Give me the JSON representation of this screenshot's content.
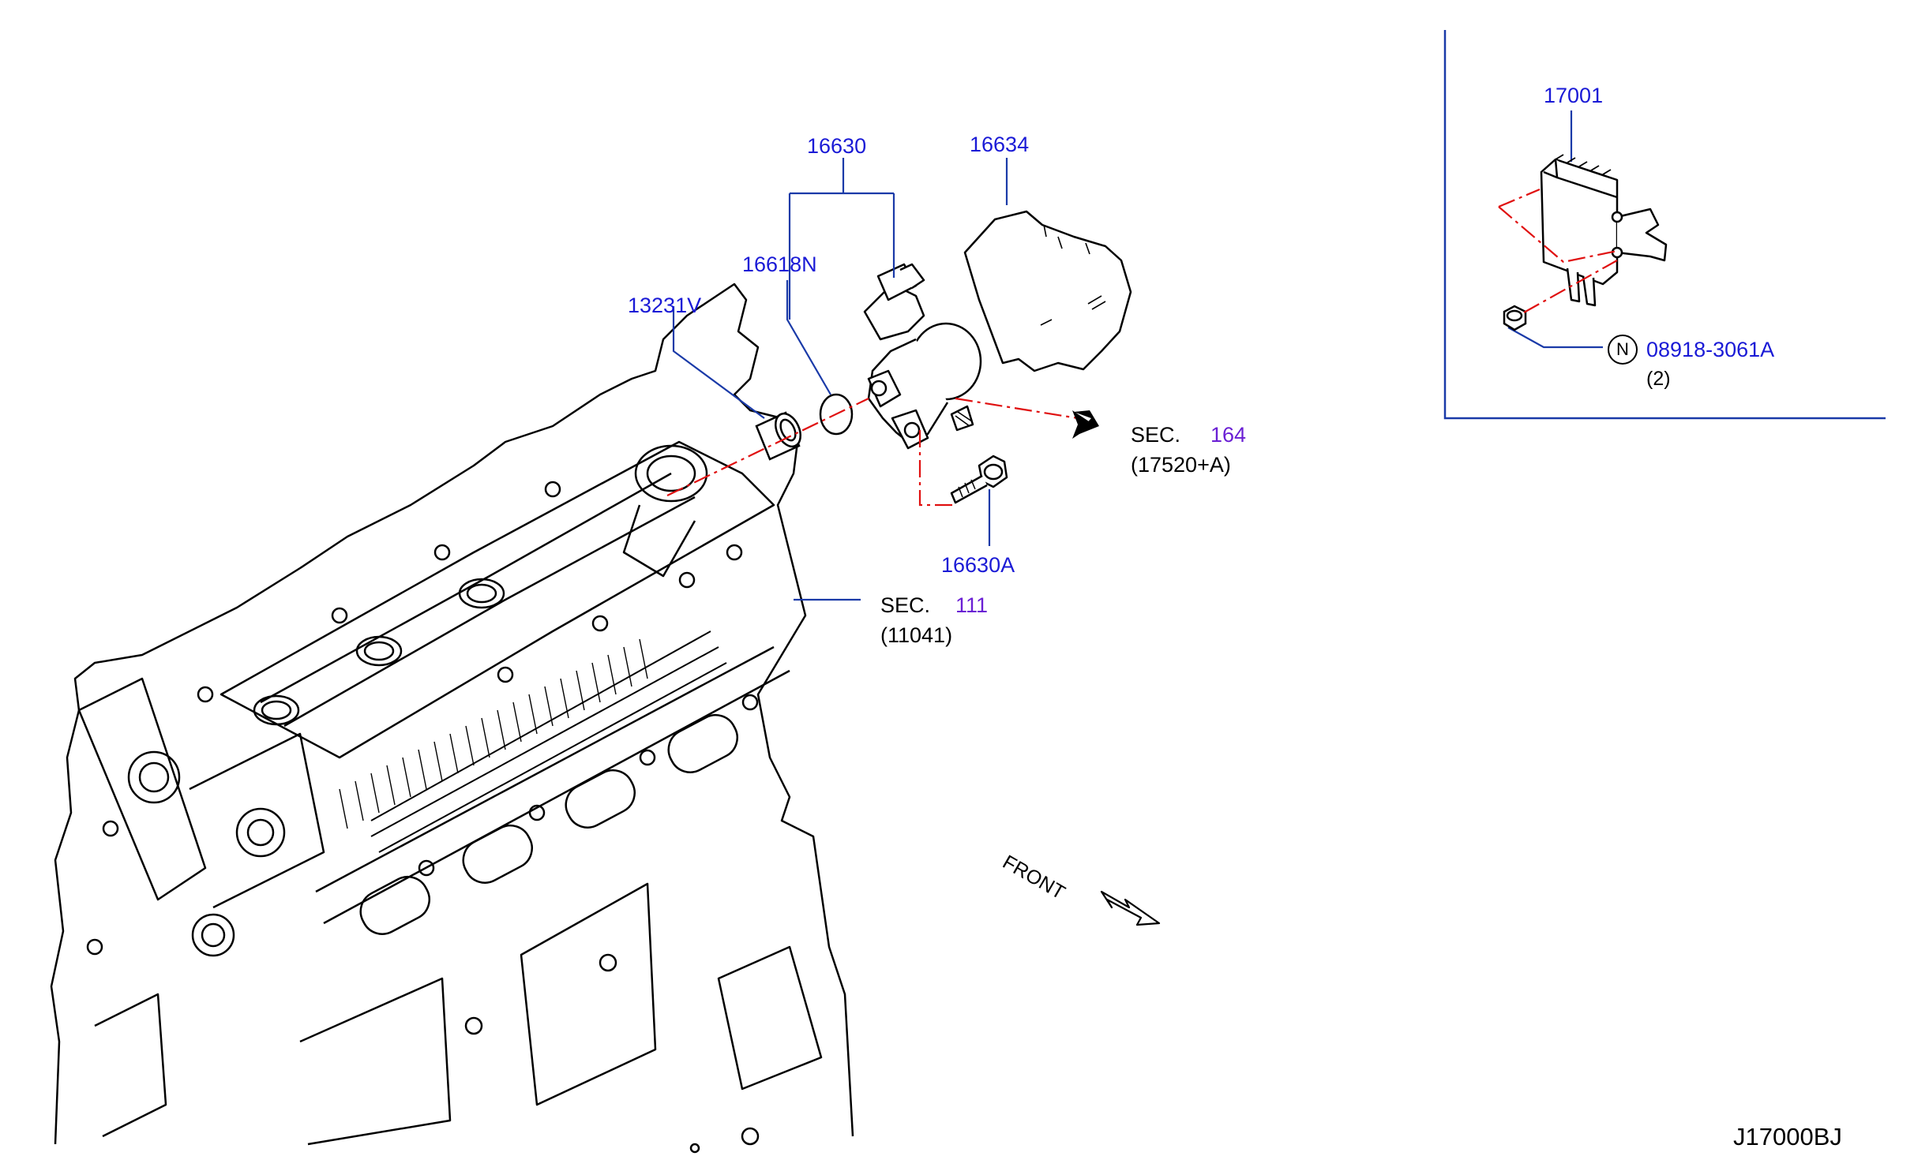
{
  "parts": {
    "p16630": "16630",
    "p16634": "16634",
    "p16618N": "16618N",
    "p13231V": "13231V",
    "p16630A": "16630A",
    "p17001": "17001",
    "p08918": "08918-3061A",
    "qty": "(2)",
    "n_symbol": "N"
  },
  "references": {
    "sec_word_1": "SEC.",
    "sec_num_1": "164",
    "sec_sub_1": "(17520+A)",
    "sec_word_2": "SEC.",
    "sec_num_2": "111",
    "sec_sub_2": "(11041)"
  },
  "front_label": "FRONT",
  "diagram_code": "J17000BJ",
  "colors": {
    "part_number": "#1a1ad6",
    "section_number": "#6a1fd4",
    "leader": "#1a3aa8",
    "centerline": "#e01010",
    "drawing": "#000000"
  }
}
